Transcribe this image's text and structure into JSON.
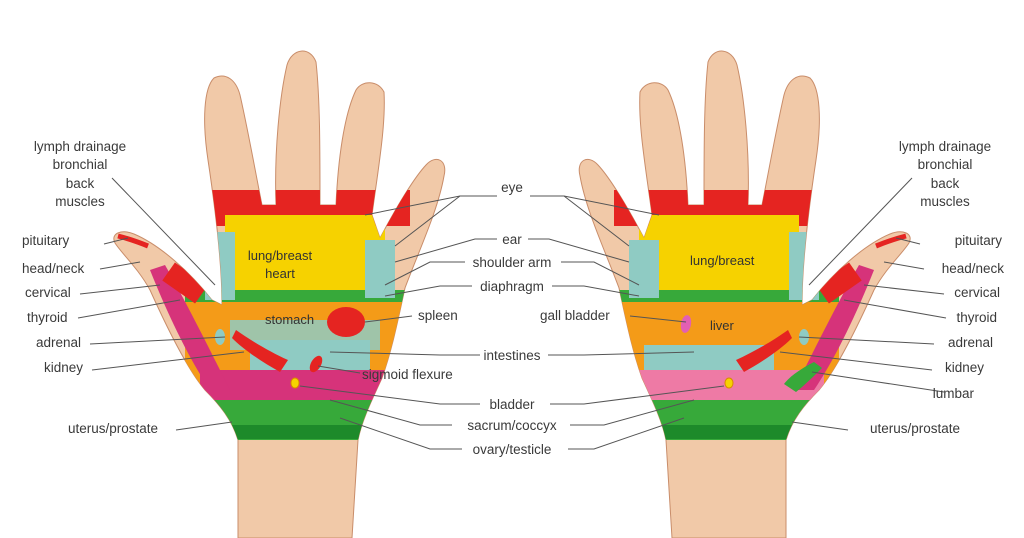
{
  "colors": {
    "skin": "#f1c9a8",
    "skin_shade": "#e0a985",
    "red": "#e52421",
    "yellow": "#f6d200",
    "orange": "#f49b18",
    "green": "#37a93a",
    "dark_green": "#1d8a2a",
    "teal": "#8fcbc3",
    "magenta": "#d6337a",
    "pink": "#ee7aa5",
    "line": "#555555"
  },
  "left_hand": {
    "labels": {
      "lymph_block": [
        "lymph drainage",
        "bronchial",
        "back",
        "muscles"
      ],
      "pituitary": "pituitary",
      "head_neck": "head/neck",
      "cervical": "cervical",
      "thyroid": "thyroid",
      "adrenal": "adrenal",
      "kidney": "kidney",
      "uterus": "uterus/prostate"
    },
    "inner": {
      "lung": [
        "lung/breast",
        "heart"
      ],
      "stomach": "stomach"
    }
  },
  "center": {
    "eye": "eye",
    "ear": "ear",
    "shoulder_arm": "shoulder arm",
    "diaphragm": "diaphragm",
    "spleen": "spleen",
    "gall_bladder": "gall bladder",
    "intestines": "intestines",
    "sigmoid": "sigmoid flexure",
    "bladder": "bladder",
    "sacrum": "sacrum/coccyx",
    "ovary": "ovary/testicle"
  },
  "right_hand": {
    "labels": {
      "lymph_block": [
        "lymph drainage",
        "bronchial",
        "back",
        "muscles"
      ],
      "pituitary": "pituitary",
      "head_neck": "head/neck",
      "cervical": "cervical",
      "thyroid": "thyroid",
      "adrenal": "adrenal",
      "kidney": "kidney",
      "lumbar": "lumbar",
      "uterus": "uterus/prostate"
    },
    "inner": {
      "lung": "lung/breast",
      "liver": "liver"
    }
  }
}
